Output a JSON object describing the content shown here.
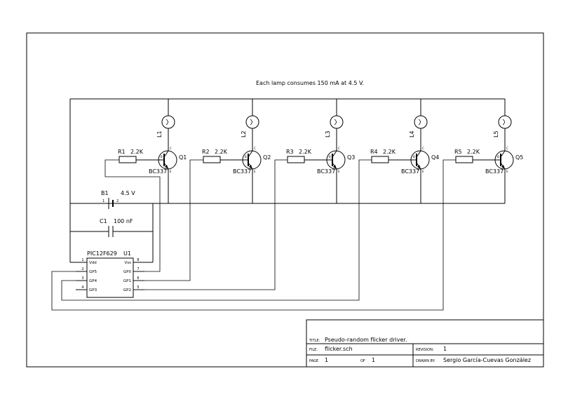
{
  "note": "Each lamp consumes 150 mA at 4.5 V.",
  "stages": [
    {
      "lamp": "L1",
      "resistor": "R1",
      "resistor_value": "2.2K",
      "transistor": "Q1",
      "transistor_type": "BC337"
    },
    {
      "lamp": "L2",
      "resistor": "R2",
      "resistor_value": "2.2K",
      "transistor": "Q2",
      "transistor_type": "BC337"
    },
    {
      "lamp": "L3",
      "resistor": "R3",
      "resistor_value": "2.2K",
      "transistor": "Q3",
      "transistor_type": "BC337"
    },
    {
      "lamp": "L4",
      "resistor": "R4",
      "resistor_value": "2.2K",
      "transistor": "Q4",
      "transistor_type": "BC337"
    },
    {
      "lamp": "L5",
      "resistor": "R5",
      "resistor_value": "2.2K",
      "transistor": "Q5",
      "transistor_type": "BC337"
    }
  ],
  "pin_letters": {
    "base": "B",
    "collector": "C",
    "emitter": "E"
  },
  "battery": {
    "ref": "B1",
    "value": "4.5 V",
    "pin1": "1",
    "pin2": "2"
  },
  "capacitor": {
    "ref": "C1",
    "value": "100 nF"
  },
  "ic": {
    "part": "PIC12F629",
    "ref": "U1",
    "left_pins": [
      {
        "num": "1",
        "name": "Vdd"
      },
      {
        "num": "2",
        "name": "GP5"
      },
      {
        "num": "3",
        "name": "GP4"
      },
      {
        "num": "4",
        "name": "GP3"
      }
    ],
    "right_pins": [
      {
        "num": "8",
        "name": "Vss"
      },
      {
        "num": "7",
        "name": "GP0"
      },
      {
        "num": "6",
        "name": "GP1"
      },
      {
        "num": "5",
        "name": "GP2"
      }
    ]
  },
  "title_block": {
    "title_label": "TITLE:",
    "title": "Pseudo-random flicker driver.",
    "file_label": "FILE:",
    "file": "flicker.sch",
    "revision_label": "REVISION:",
    "revision": "1",
    "page_label": "PAGE",
    "page": "1",
    "of_label": "OF",
    "of": "1",
    "drawn_label": "DRAWN BY:",
    "drawn_by": "Sergio García-Cuevas González"
  }
}
